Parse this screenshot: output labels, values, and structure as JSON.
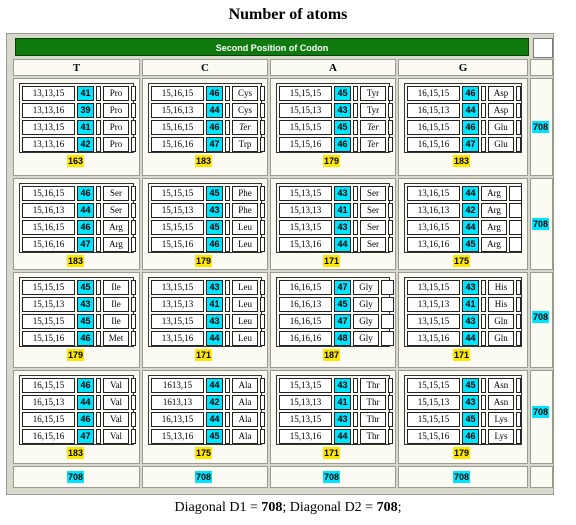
{
  "title": "Number of atoms",
  "header": "Second Position of Codon",
  "columns": [
    "T",
    "C",
    "A",
    "G"
  ],
  "row_totals": [
    "708",
    "708",
    "708",
    "708"
  ],
  "col_totals": [
    "708",
    "708",
    "708",
    "708"
  ],
  "diagonal": {
    "d1_label": "Diagonal D1 = ",
    "d1_value": "708",
    "d2_label": "; Diagonal D2 = ",
    "d2_value": "708",
    "end": ";"
  },
  "grid": [
    [
      {
        "layout": "a",
        "sum": "163",
        "rows": [
          {
            "t": "13,13,15",
            "n": "41",
            "aa": "Pro"
          },
          {
            "t": "13,13,16",
            "n": "39",
            "aa": "Pro"
          },
          {
            "t": "13,13,15",
            "n": "41",
            "aa": "Pro"
          },
          {
            "t": "13,13,16",
            "n": "42",
            "aa": "Pro"
          }
        ]
      },
      {
        "layout": "a",
        "sum": "183",
        "rows": [
          {
            "t": "15,16,15",
            "n": "46",
            "aa": "Cys"
          },
          {
            "t": "15,16,13",
            "n": "44",
            "aa": "Cys"
          },
          {
            "t": "15,16,15",
            "n": "46",
            "aa": "Ter",
            "italic": true
          },
          {
            "t": "15,16,16",
            "n": "47",
            "aa": "Trp"
          }
        ]
      },
      {
        "layout": "a",
        "sum": "179",
        "rows": [
          {
            "t": "15,15,15",
            "n": "45",
            "aa": "Tyr"
          },
          {
            "t": "15,15,13",
            "n": "43",
            "aa": "Tyr"
          },
          {
            "t": "15,15,15",
            "n": "45",
            "aa": "Ter",
            "italic": true
          },
          {
            "t": "15,15,16",
            "n": "46",
            "aa": "Ter",
            "italic": true
          }
        ]
      },
      {
        "layout": "a",
        "sum": "183",
        "rows": [
          {
            "t": "16,15,15",
            "n": "46",
            "aa": "Asp"
          },
          {
            "t": "16,15,13",
            "n": "44",
            "aa": "Asp"
          },
          {
            "t": "16,15,15",
            "n": "46",
            "aa": "Glu"
          },
          {
            "t": "16,15,16",
            "n": "47",
            "aa": "Glu"
          }
        ]
      }
    ],
    [
      {
        "layout": "b",
        "sum": "183",
        "rows": [
          {
            "t": "15,16,15",
            "n": "46",
            "aa": "Ser"
          },
          {
            "t": "15,16,13",
            "n": "44",
            "aa": "Ser"
          },
          {
            "t": "15,16,15",
            "n": "46",
            "aa": "Arg"
          },
          {
            "t": "15,16,16",
            "n": "47",
            "aa": "Arg"
          }
        ]
      },
      {
        "layout": "b",
        "sum": "179",
        "rows": [
          {
            "t": "15,15,15",
            "n": "45",
            "aa": "Phe"
          },
          {
            "t": "15,15,13",
            "n": "43",
            "aa": "Phe"
          },
          {
            "t": "15,15,15",
            "n": "45",
            "aa": "Leu"
          },
          {
            "t": "15,15,16",
            "n": "46",
            "aa": "Leu"
          }
        ]
      },
      {
        "layout": "b",
        "sum": "171",
        "rows": [
          {
            "t": "15,13,15",
            "n": "43",
            "aa": "Ser"
          },
          {
            "t": "15,13,13",
            "n": "41",
            "aa": "Ser"
          },
          {
            "t": "15,13,15",
            "n": "43",
            "aa": "Ser"
          },
          {
            "t": "15,13,16",
            "n": "44",
            "aa": "Ser"
          }
        ]
      },
      {
        "layout": "c",
        "sum": "175",
        "rows": [
          {
            "t": "13,16,15",
            "n": "44",
            "aa": "Arg"
          },
          {
            "t": "13,16,13",
            "n": "42",
            "aa": "Arg"
          },
          {
            "t": "13,16,15",
            "n": "44",
            "aa": "Arg"
          },
          {
            "t": "13,16,16",
            "n": "45",
            "aa": "Arg"
          }
        ]
      }
    ],
    [
      {
        "layout": "b",
        "sum": "179",
        "rows": [
          {
            "t": "15,15,15",
            "n": "45",
            "aa": "Ile"
          },
          {
            "t": "15,15,13",
            "n": "43",
            "aa": "Ile"
          },
          {
            "t": "15,15,15",
            "n": "45",
            "aa": "Ile"
          },
          {
            "t": "15,15,16",
            "n": "46",
            "aa": "Met"
          }
        ]
      },
      {
        "layout": "b",
        "sum": "171",
        "rows": [
          {
            "t": "13,15,15",
            "n": "43",
            "aa": "Leu"
          },
          {
            "t": "13,15,13",
            "n": "41",
            "aa": "Leu"
          },
          {
            "t": "13,15,15",
            "n": "43",
            "aa": "Leu"
          },
          {
            "t": "13,15,16",
            "n": "44",
            "aa": "Leu"
          }
        ]
      },
      {
        "layout": "c",
        "sum": "187",
        "rows": [
          {
            "t": "16,16,15",
            "n": "47",
            "aa": "Gly"
          },
          {
            "t": "16,16,13",
            "n": "45",
            "aa": "Gly"
          },
          {
            "t": "16,16,15",
            "n": "47",
            "aa": "Gly"
          },
          {
            "t": "16,16,16",
            "n": "48",
            "aa": "Gly"
          }
        ]
      },
      {
        "layout": "b",
        "sum": "171",
        "rows": [
          {
            "t": "13,15,15",
            "n": "43",
            "aa": "His"
          },
          {
            "t": "13,15,13",
            "n": "41",
            "aa": "His"
          },
          {
            "t": "13,15,15",
            "n": "43",
            "aa": "Gln"
          },
          {
            "t": "13,15,16",
            "n": "44",
            "aa": "Gln"
          }
        ]
      }
    ],
    [
      {
        "layout": "b",
        "sum": "183",
        "rows": [
          {
            "t": "16,15,15",
            "n": "46",
            "aa": "Val"
          },
          {
            "t": "16,15,13",
            "n": "44",
            "aa": "Val"
          },
          {
            "t": "16,15,15",
            "n": "46",
            "aa": "Val"
          },
          {
            "t": "16,15,16",
            "n": "47",
            "aa": "Val"
          }
        ]
      },
      {
        "layout": "b",
        "sum": "175",
        "rows": [
          {
            "t": "1613,15",
            "n": "44",
            "aa": "Ala"
          },
          {
            "t": "1613,13",
            "n": "42",
            "aa": "Ala"
          },
          {
            "t": "16,13,15",
            "n": "44",
            "aa": "Ala"
          },
          {
            "t": "15,13,16",
            "n": "45",
            "aa": "Ala"
          }
        ]
      },
      {
        "layout": "b",
        "sum": "171",
        "rows": [
          {
            "t": "15,13,15",
            "n": "43",
            "aa": "Thr"
          },
          {
            "t": "15,13,13",
            "n": "41",
            "aa": "Thr"
          },
          {
            "t": "15,13,15",
            "n": "43",
            "aa": "Thr"
          },
          {
            "t": "15,13,16",
            "n": "44",
            "aa": "Thr"
          }
        ]
      },
      {
        "layout": "b",
        "sum": "179",
        "rows": [
          {
            "t": "15,15,15",
            "n": "45",
            "aa": "Asn"
          },
          {
            "t": "15,15,13",
            "n": "43",
            "aa": "Asn"
          },
          {
            "t": "15,15,15",
            "n": "45",
            "aa": "Lys"
          },
          {
            "t": "15,15,16",
            "n": "46",
            "aa": "Lys"
          }
        ]
      }
    ]
  ]
}
